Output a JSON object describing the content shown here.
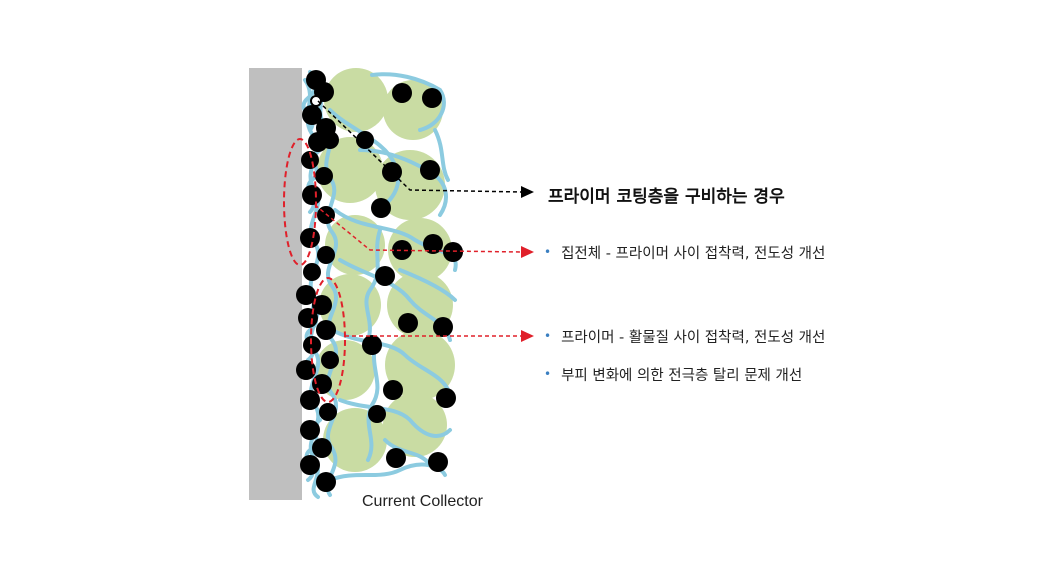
{
  "heading": "프라이머 코팅층을 구비하는 경우",
  "bullets": [
    {
      "text": "집전체 - 프라이머 사이 접착력, 전도성 개선"
    },
    {
      "text": "프라이머 - 활물질 사이 접착력, 전도성 개선"
    },
    {
      "text": "부피 변화에 의한 전극층 탈리 문제 개선"
    }
  ],
  "collector_label": "Current Collector",
  "colors": {
    "collector": "#bfbfbf",
    "active_material": "#c9dca3",
    "binder": "#8ccbe0",
    "conductive_agent": "#000000",
    "callout_black": "#000000",
    "callout_red": "#e0202a",
    "bullet": "#3a7fc1"
  },
  "icons": {
    "bullet": "bullet-dot-icon",
    "arrow": "arrowhead-icon"
  }
}
